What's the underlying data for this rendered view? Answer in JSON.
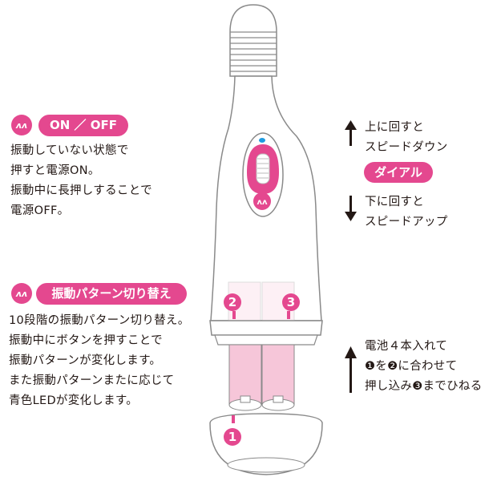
{
  "onoff": {
    "badge": "ON ／ OFF",
    "icon": "vibration-icon",
    "lines": [
      "振動していない状態で",
      "押すと電源ON。",
      "振動中に長押しすることで",
      "電源OFF。"
    ]
  },
  "pattern": {
    "badge": "振動パターン切り替え",
    "icon": "vibration-icon",
    "lines": [
      "10段階の振動パターン切り替え。",
      "振動中にボタンを押すことで",
      "振動パターンが変化します。",
      "また振動パターンまたに応じて",
      "青色LEDが変化します。"
    ]
  },
  "dial": {
    "badge": "ダイアル",
    "up_lines": [
      "上に回すと",
      "スピードダウン"
    ],
    "down_lines": [
      "下に回すと",
      "スピードアップ"
    ]
  },
  "battery": {
    "lines": [
      "電池４本入れて",
      "❶を❷に合わせて",
      "押し込み❸までひねる"
    ]
  },
  "markers": [
    "1",
    "2",
    "3"
  ],
  "icon_glyph": "ʌʌ",
  "colors": {
    "accent": "#e4488f",
    "led": "#1e9be0",
    "battery": "#f6c6d9",
    "outline": "#8a8a8a"
  }
}
